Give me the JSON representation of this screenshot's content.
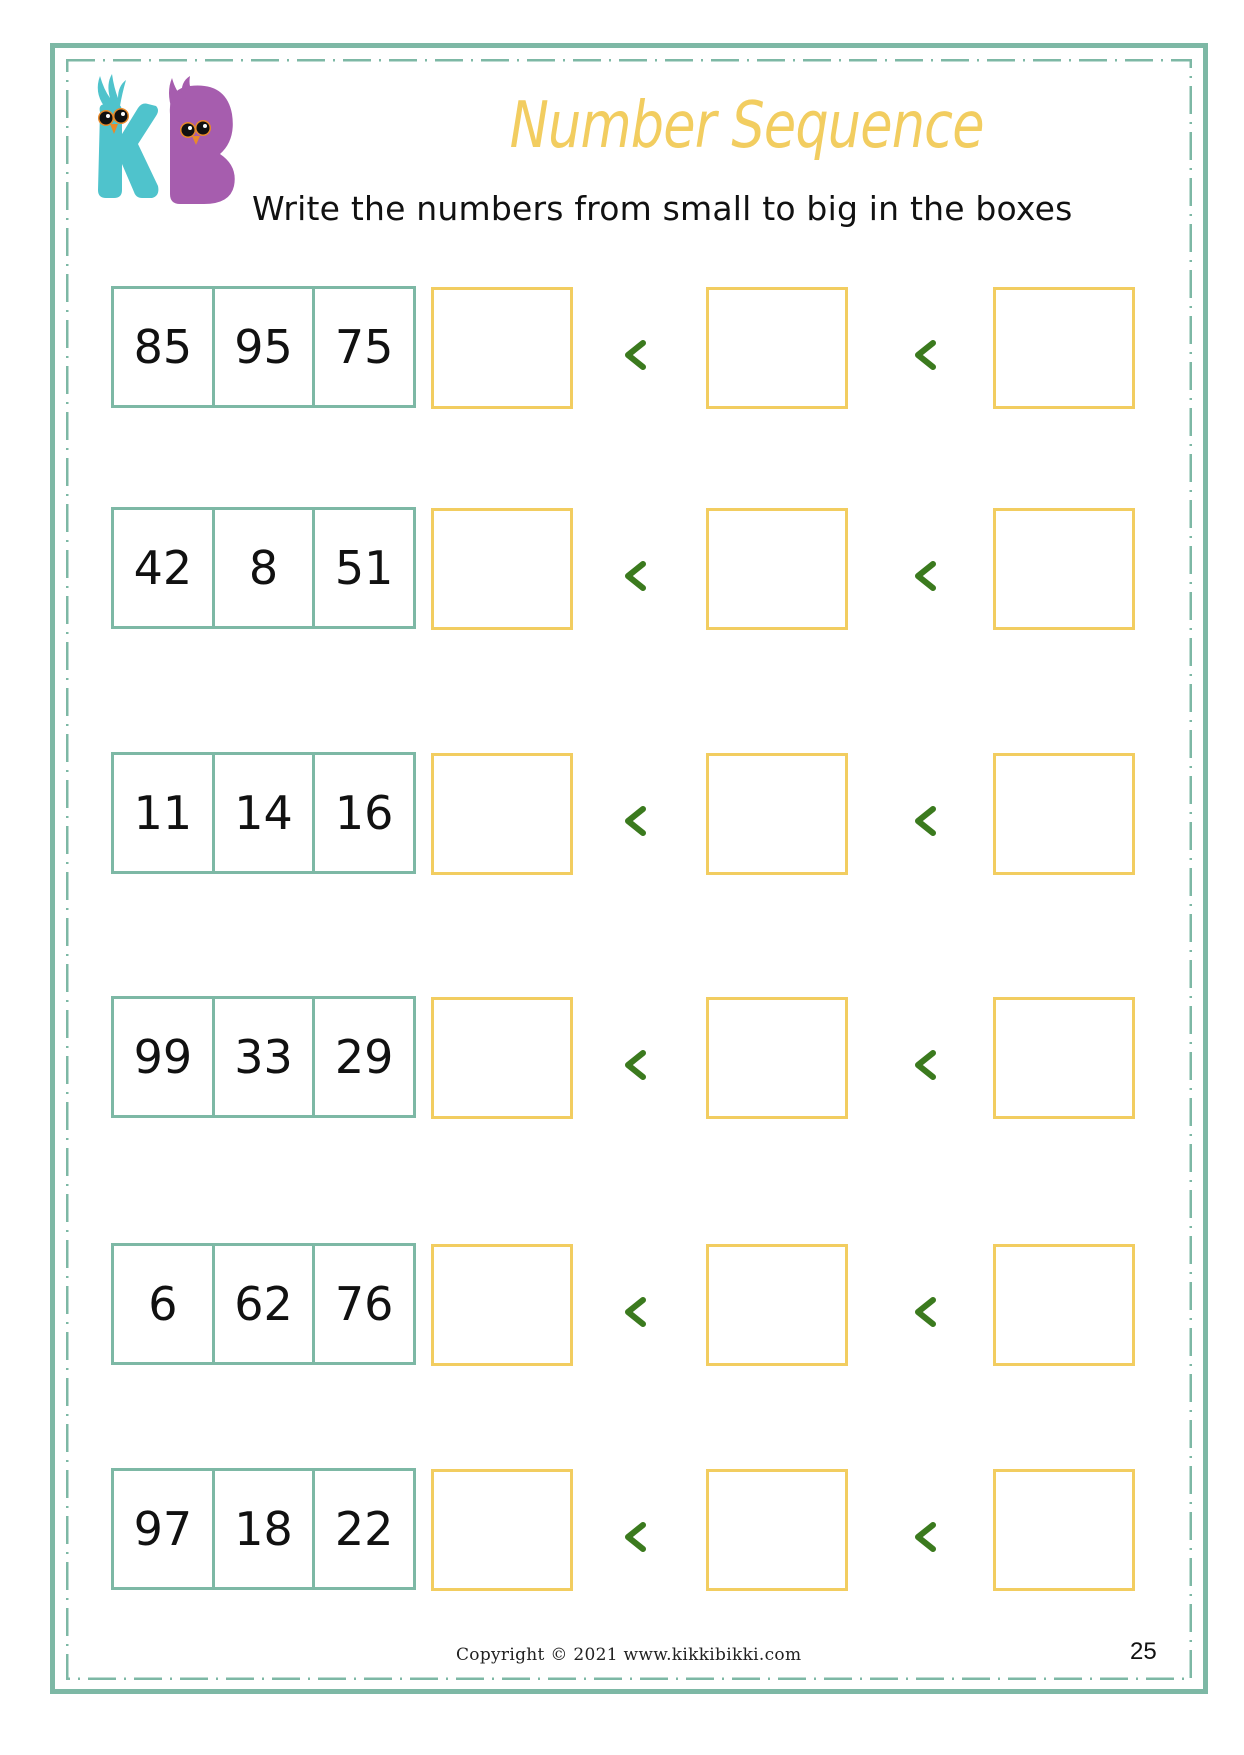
{
  "header": {
    "logo_letters": [
      "K",
      "B"
    ],
    "title": "Number Sequence",
    "instruction": "Write the numbers from small to big in the boxes"
  },
  "colors": {
    "border": "#7DB8A5",
    "title": "#F2CD60",
    "answer_box": "#F2CD60",
    "symbol": "#3B7A1E",
    "logo_k": "#4FC3CC",
    "logo_b": "#A65DAE"
  },
  "symbol": "<",
  "rows": [
    {
      "numbers": [
        "85",
        "95",
        "75"
      ]
    },
    {
      "numbers": [
        "42",
        "8",
        "51"
      ]
    },
    {
      "numbers": [
        "11",
        "14",
        "16"
      ]
    },
    {
      "numbers": [
        "99",
        "33",
        "29"
      ]
    },
    {
      "numbers": [
        "6",
        "62",
        "76"
      ]
    },
    {
      "numbers": [
        "97",
        "18",
        "22"
      ]
    }
  ],
  "footer": {
    "copyright": "Copyright © 2021 www.kikkibikki.com",
    "page_number": "25"
  }
}
